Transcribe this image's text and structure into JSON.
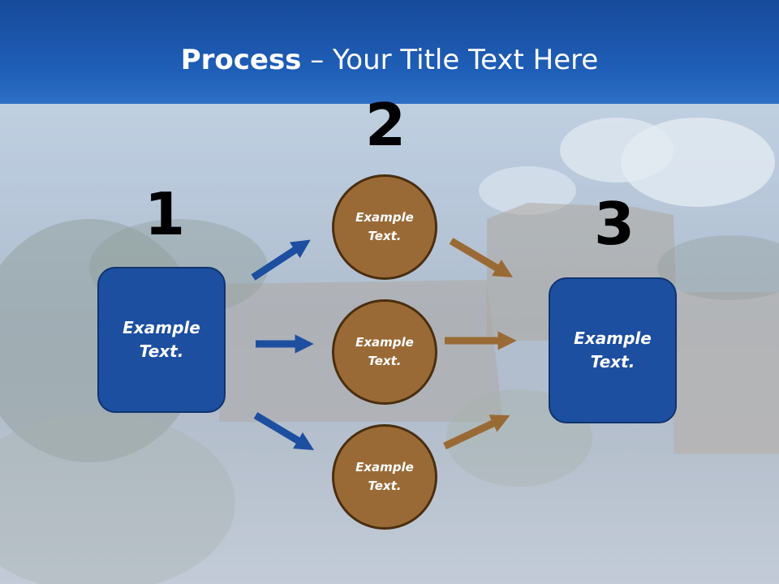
{
  "title": {
    "bold": "Process",
    "rest": " – Your Title Text Here"
  },
  "steps": {
    "one": "1",
    "two": "2",
    "three": "3"
  },
  "left_box": {
    "line1": "Example",
    "line2": "Text."
  },
  "right_box": {
    "line1": "Example",
    "line2": "Text."
  },
  "circles": [
    {
      "line1": "Example",
      "line2": "Text."
    },
    {
      "line1": "Example",
      "line2": "Text."
    },
    {
      "line1": "Example",
      "line2": "Text."
    }
  ],
  "colors": {
    "header": "#1f5fb8",
    "box": "#1d4fa0",
    "circle": "#9a6a36",
    "blue_arrow": "#1d4fa0",
    "brown_arrow": "#9a6a36"
  }
}
